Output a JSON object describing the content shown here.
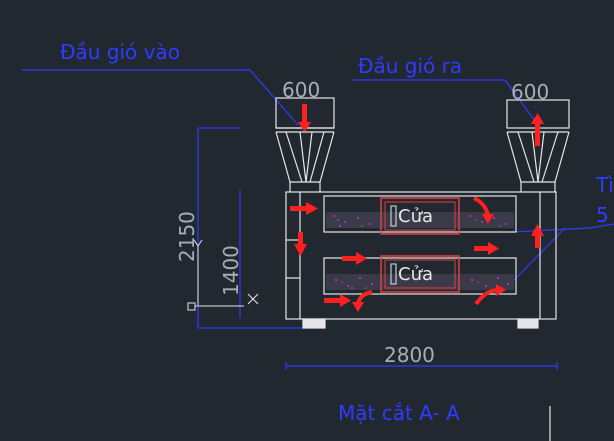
{
  "labels": {
    "air_inlet": "Đầu gió vào",
    "air_outlet": "Đầu gió ra",
    "section_title": "Mặt cắt A- A",
    "right_label_1": "Tì",
    "right_label_2": "5"
  },
  "dimensions": {
    "inlet_width": "600",
    "outlet_width": "600",
    "overall_height": "2150",
    "body_height": "1400",
    "overall_width": "2800"
  },
  "doors": {
    "upper": "Cửa",
    "lower": "Cửa"
  },
  "colors": {
    "background": "#212830",
    "linework": "#e6e6e6",
    "annotation": "#2f3cff",
    "arrow": "#ff2020",
    "door_frame": "#e04040"
  }
}
